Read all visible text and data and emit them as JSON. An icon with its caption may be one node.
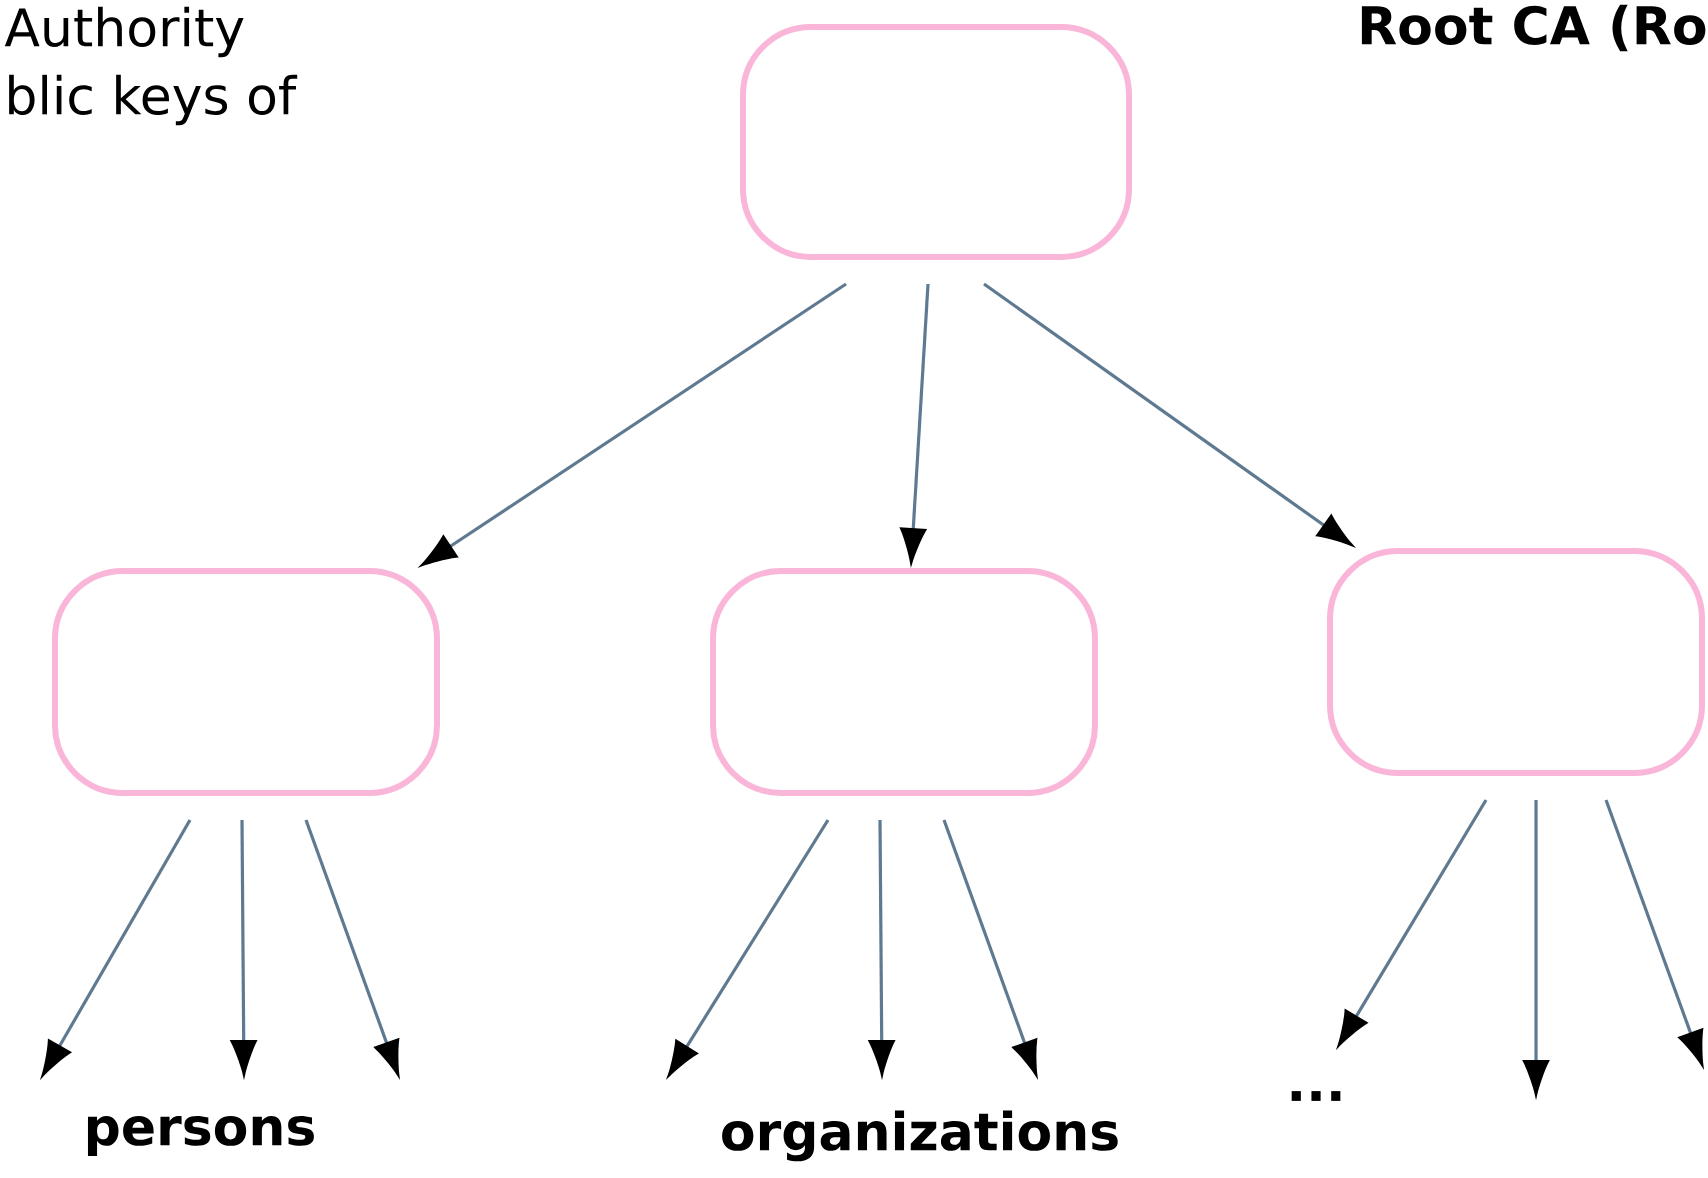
{
  "diagram": {
    "nodes": [
      {
        "text": [],
        "shape": "box"
      },
      {
        "text": [],
        "shape": "box"
      },
      {
        "text": [],
        "shape": "box"
      },
      {
        "text": [],
        "shape": "box"
      }
    ],
    "edges": [
      {
        "from": 0,
        "to": 1,
        "arrow": "to"
      },
      {
        "from": 0,
        "to": 2,
        "arrow": "to"
      },
      {
        "from": 0,
        "to": 3,
        "arrow": "to"
      },
      {
        "from": 1,
        "to": null,
        "arrow": "to"
      },
      {
        "from": 1,
        "to": null,
        "arrow": "to"
      },
      {
        "from": 1,
        "to": null,
        "arrow": "to"
      },
      {
        "from": 2,
        "to": null,
        "arrow": "to"
      },
      {
        "from": 2,
        "to": null,
        "arrow": "to"
      },
      {
        "from": 2,
        "to": null,
        "arrow": "to"
      },
      {
        "from": 3,
        "to": null,
        "arrow": "to"
      },
      {
        "from": 3,
        "to": null,
        "arrow": "to"
      },
      {
        "from": 3,
        "to": null,
        "arrow": "to"
      }
    ],
    "labels": [
      "Authority",
      "blic keys of",
      "Root CA (Ro",
      "persons",
      "organizations",
      "..."
    ]
  }
}
